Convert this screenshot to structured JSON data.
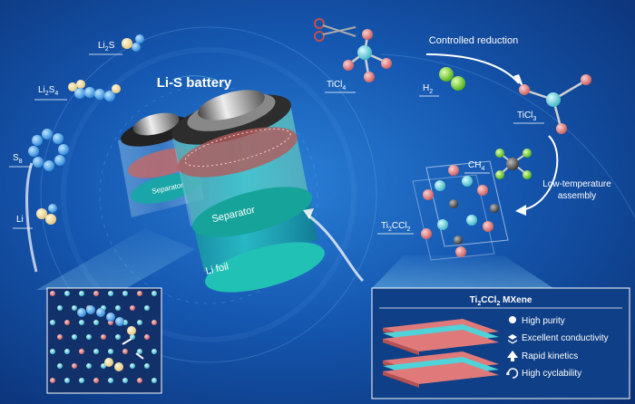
{
  "title": "Li-S battery",
  "species": {
    "li2s": {
      "base": "Li",
      "sub": "2",
      "tail": "S"
    },
    "li2s4": {
      "base": "Li",
      "sub": "2",
      "mid": "S",
      "sub2": "4"
    },
    "s8": {
      "base": "S",
      "sub": "8"
    },
    "li": {
      "base": "Li"
    }
  },
  "battery": {
    "small_separator": "Separator",
    "large_separator": "Separator",
    "li_foil": "Li foil"
  },
  "synthesis": {
    "ticl4": {
      "base": "TiCl",
      "sub": "4"
    },
    "h2": {
      "base": "H",
      "sub": "2"
    },
    "ticl3": {
      "base": "TiCl",
      "sub": "3"
    },
    "ch4": {
      "base": "CH",
      "sub": "4"
    },
    "ti2ccl2": {
      "a": "Ti",
      "as": "2",
      "b": "CCl",
      "bs": "2"
    },
    "controlled_reduction": "Controlled reduction",
    "low_temp_line1": "Low-temperature",
    "low_temp_line2": "assembly"
  },
  "mxene_panel": {
    "title": {
      "a": "Ti",
      "as": "2",
      "b": "CCl",
      "bs": "2",
      "c": " MXene"
    },
    "features": [
      {
        "icon": "circle-icon",
        "label": "High purity"
      },
      {
        "icon": "layers-icon",
        "label": "Excellent conductivity"
      },
      {
        "icon": "arrow-up-icon",
        "label": "Rapid kinetics"
      },
      {
        "icon": "cycle-icon",
        "label": "High cyclability"
      }
    ]
  },
  "colors": {
    "background": "#1557b0",
    "title_text": "#7fe8ff",
    "sulfur": "#f5dfa0",
    "lithium": "#4aa8ee",
    "titanium": "#6fd7df",
    "chlorine": "#e27d7e",
    "hydrogen": "#7ed321",
    "carbon": "#555555"
  }
}
